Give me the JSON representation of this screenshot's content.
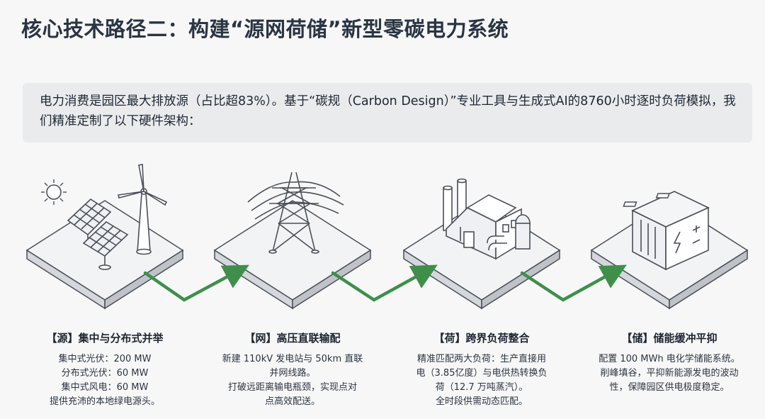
{
  "page": {
    "title": "核心技术路径二：构建“源网荷储”新型零碳电力系统",
    "intro": "电力消费是园区最大排放源（占比超83%）。基于“碳规（Carbon Design）”专业工具与生成式AI的8760小时逐时负荷模拟，我们精准定制了以下硬件架构："
  },
  "colors": {
    "arrow": "#3f8f4b",
    "platform_top": "#f2f3f5",
    "line": "#4a4f57"
  },
  "stages": [
    {
      "icon": "solar-wind-icon",
      "heading": "【源】集中与分布式并举",
      "lines": [
        "集中式光伏：200 MW",
        "分布式光伏：60 MW",
        "集中式风电：60 MW",
        "提供充沛的本地绿电源头。"
      ]
    },
    {
      "icon": "transmission-tower-icon",
      "heading": "【网】高压直联输配",
      "lines": [
        "新建 110kV 发电站与 50km 直联",
        "并网线路。",
        "打破远距离输电瓶颈，实现点对",
        "点高效配送。"
      ]
    },
    {
      "icon": "factory-icon",
      "heading": "【荷】跨界负荷整合",
      "lines": [
        "精准匹配两大负荷：生产直接用",
        "电（3.85亿度）与电供热转换负",
        "荷（12.7 万吨蒸汽）。",
        "全时段供需动态匹配。"
      ]
    },
    {
      "icon": "battery-storage-icon",
      "heading": "【储】储能缓冲平抑",
      "lines": [
        "配置 100 MWh 电化学储能系统。",
        "削峰填谷，平抑新能源发电的波动",
        "性，保障园区供电极度稳定。"
      ]
    }
  ]
}
